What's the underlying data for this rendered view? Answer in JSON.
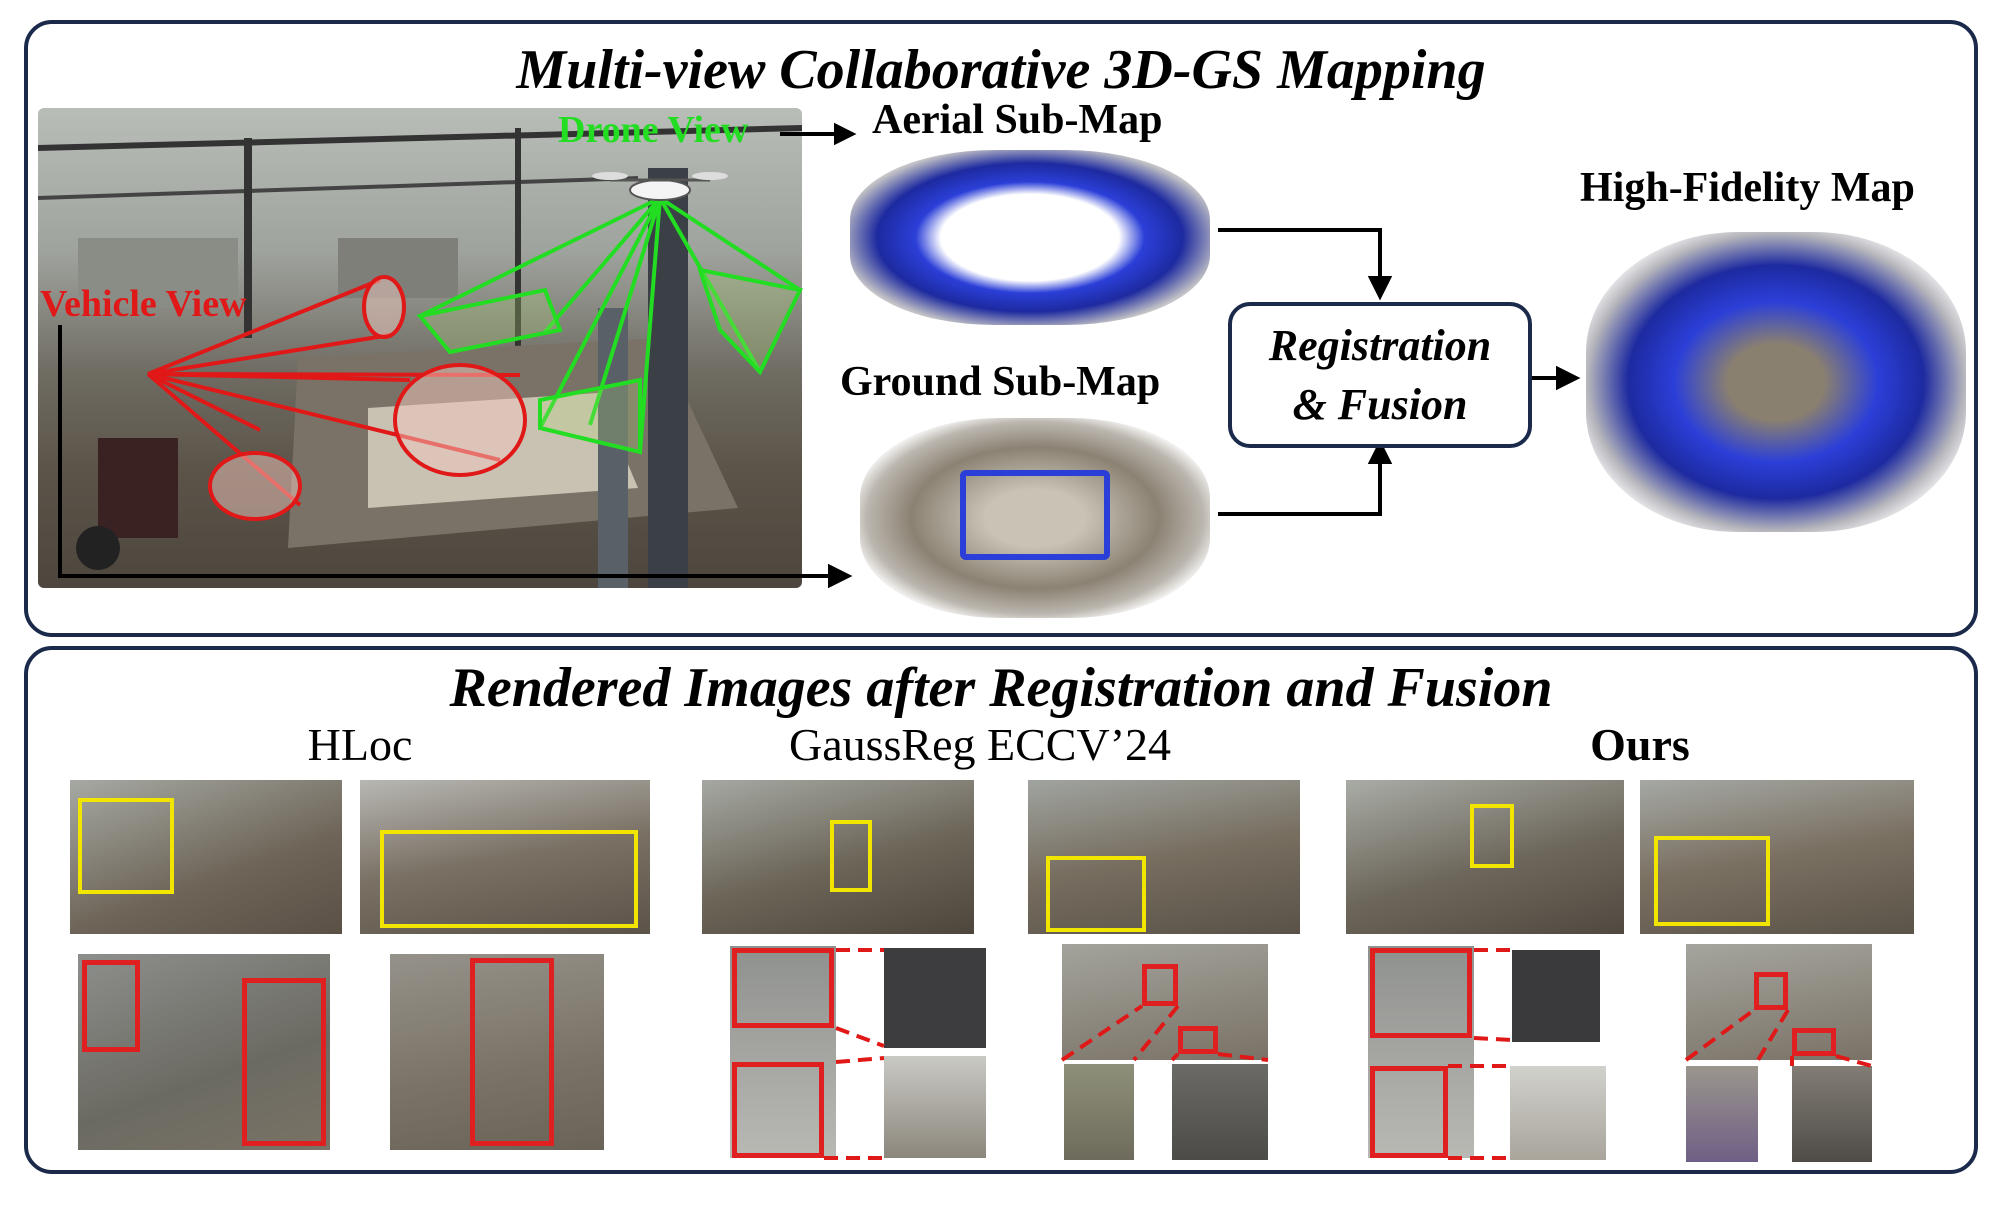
{
  "top_panel": {
    "title": "Multi-view Collaborative 3D-GS Mapping",
    "drone_view_label": "Drone View",
    "vehicle_view_label": "Vehicle View",
    "aerial_submap_label": "Aerial Sub-Map",
    "ground_submap_label": "Ground Sub-Map",
    "registration_line1": "Registration",
    "registration_line2": "& Fusion",
    "high_fidelity_label": "High-Fidelity Map"
  },
  "bottom_panel": {
    "title": "Rendered Images after Registration and Fusion",
    "methods": [
      {
        "name": "HLoc"
      },
      {
        "name": "GaussReg ECCV’24"
      },
      {
        "name": "Ours"
      }
    ]
  },
  "colors": {
    "panel_border": "#1b2a4a",
    "drone_green": "#22dd22",
    "vehicle_red": "#e01818",
    "highlight_yellow": "#f2e600",
    "map_blue": "#2b3fd8"
  }
}
